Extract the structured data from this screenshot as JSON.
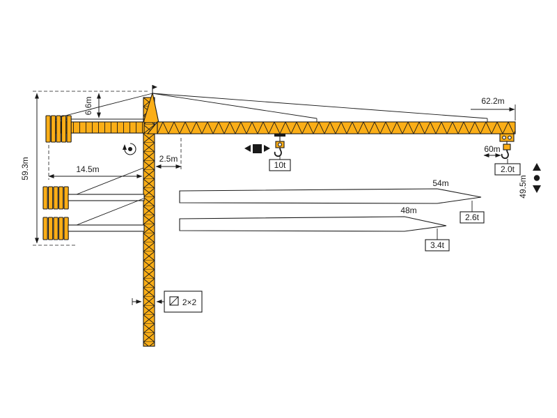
{
  "colors": {
    "crane_yellow": "#FBAE17",
    "outline": "#1a1a1a",
    "background": "#ffffff"
  },
  "labels": {
    "tower_height": "59.3m",
    "apex_height": "6.6m",
    "counter_jib_length": "14.5m",
    "rear_offset": "2.5m",
    "max_radius": "62.2m",
    "jib_length_60": "60m",
    "tip_load_60": "2.0t",
    "hook_travel": "49.5m",
    "max_capacity": "10t",
    "jib_length_54": "54m",
    "tip_load_54": "2.6t",
    "jib_length_48": "48m",
    "tip_load_48": "3.4t",
    "mast_section": "2×2"
  },
  "icons": {
    "slewing": "rotation-icon",
    "trolley_travel": "trolley-travel-icon",
    "hoisting": "hoist-up-down-icon",
    "hook": "hook-icon",
    "mast_section": "mast-section-icon"
  }
}
